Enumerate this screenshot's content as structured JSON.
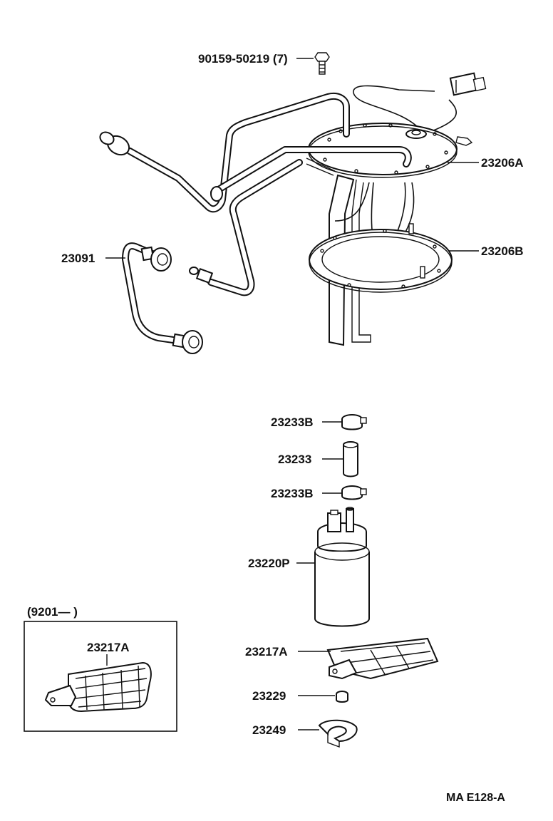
{
  "diagram": {
    "parts": [
      {
        "id": "bolt",
        "label": "90159-50219 (7)"
      },
      {
        "id": "plate_a",
        "label": "23206A"
      },
      {
        "id": "plate_b",
        "label": "23206B"
      },
      {
        "id": "fuel_line",
        "label": "23091"
      },
      {
        "id": "clamp_top",
        "label": "23233B"
      },
      {
        "id": "hose",
        "label": "23233"
      },
      {
        "id": "clamp_bottom",
        "label": "23233B"
      },
      {
        "id": "pump",
        "label": "23220P"
      },
      {
        "id": "filter",
        "label": "23217A"
      },
      {
        "id": "cushion",
        "label": "23229"
      },
      {
        "id": "bracket",
        "label": "23249"
      }
    ],
    "inset": {
      "date_range": "(9201—          )",
      "part_label": "23217A"
    },
    "drawing_code": "MA E128-A"
  }
}
